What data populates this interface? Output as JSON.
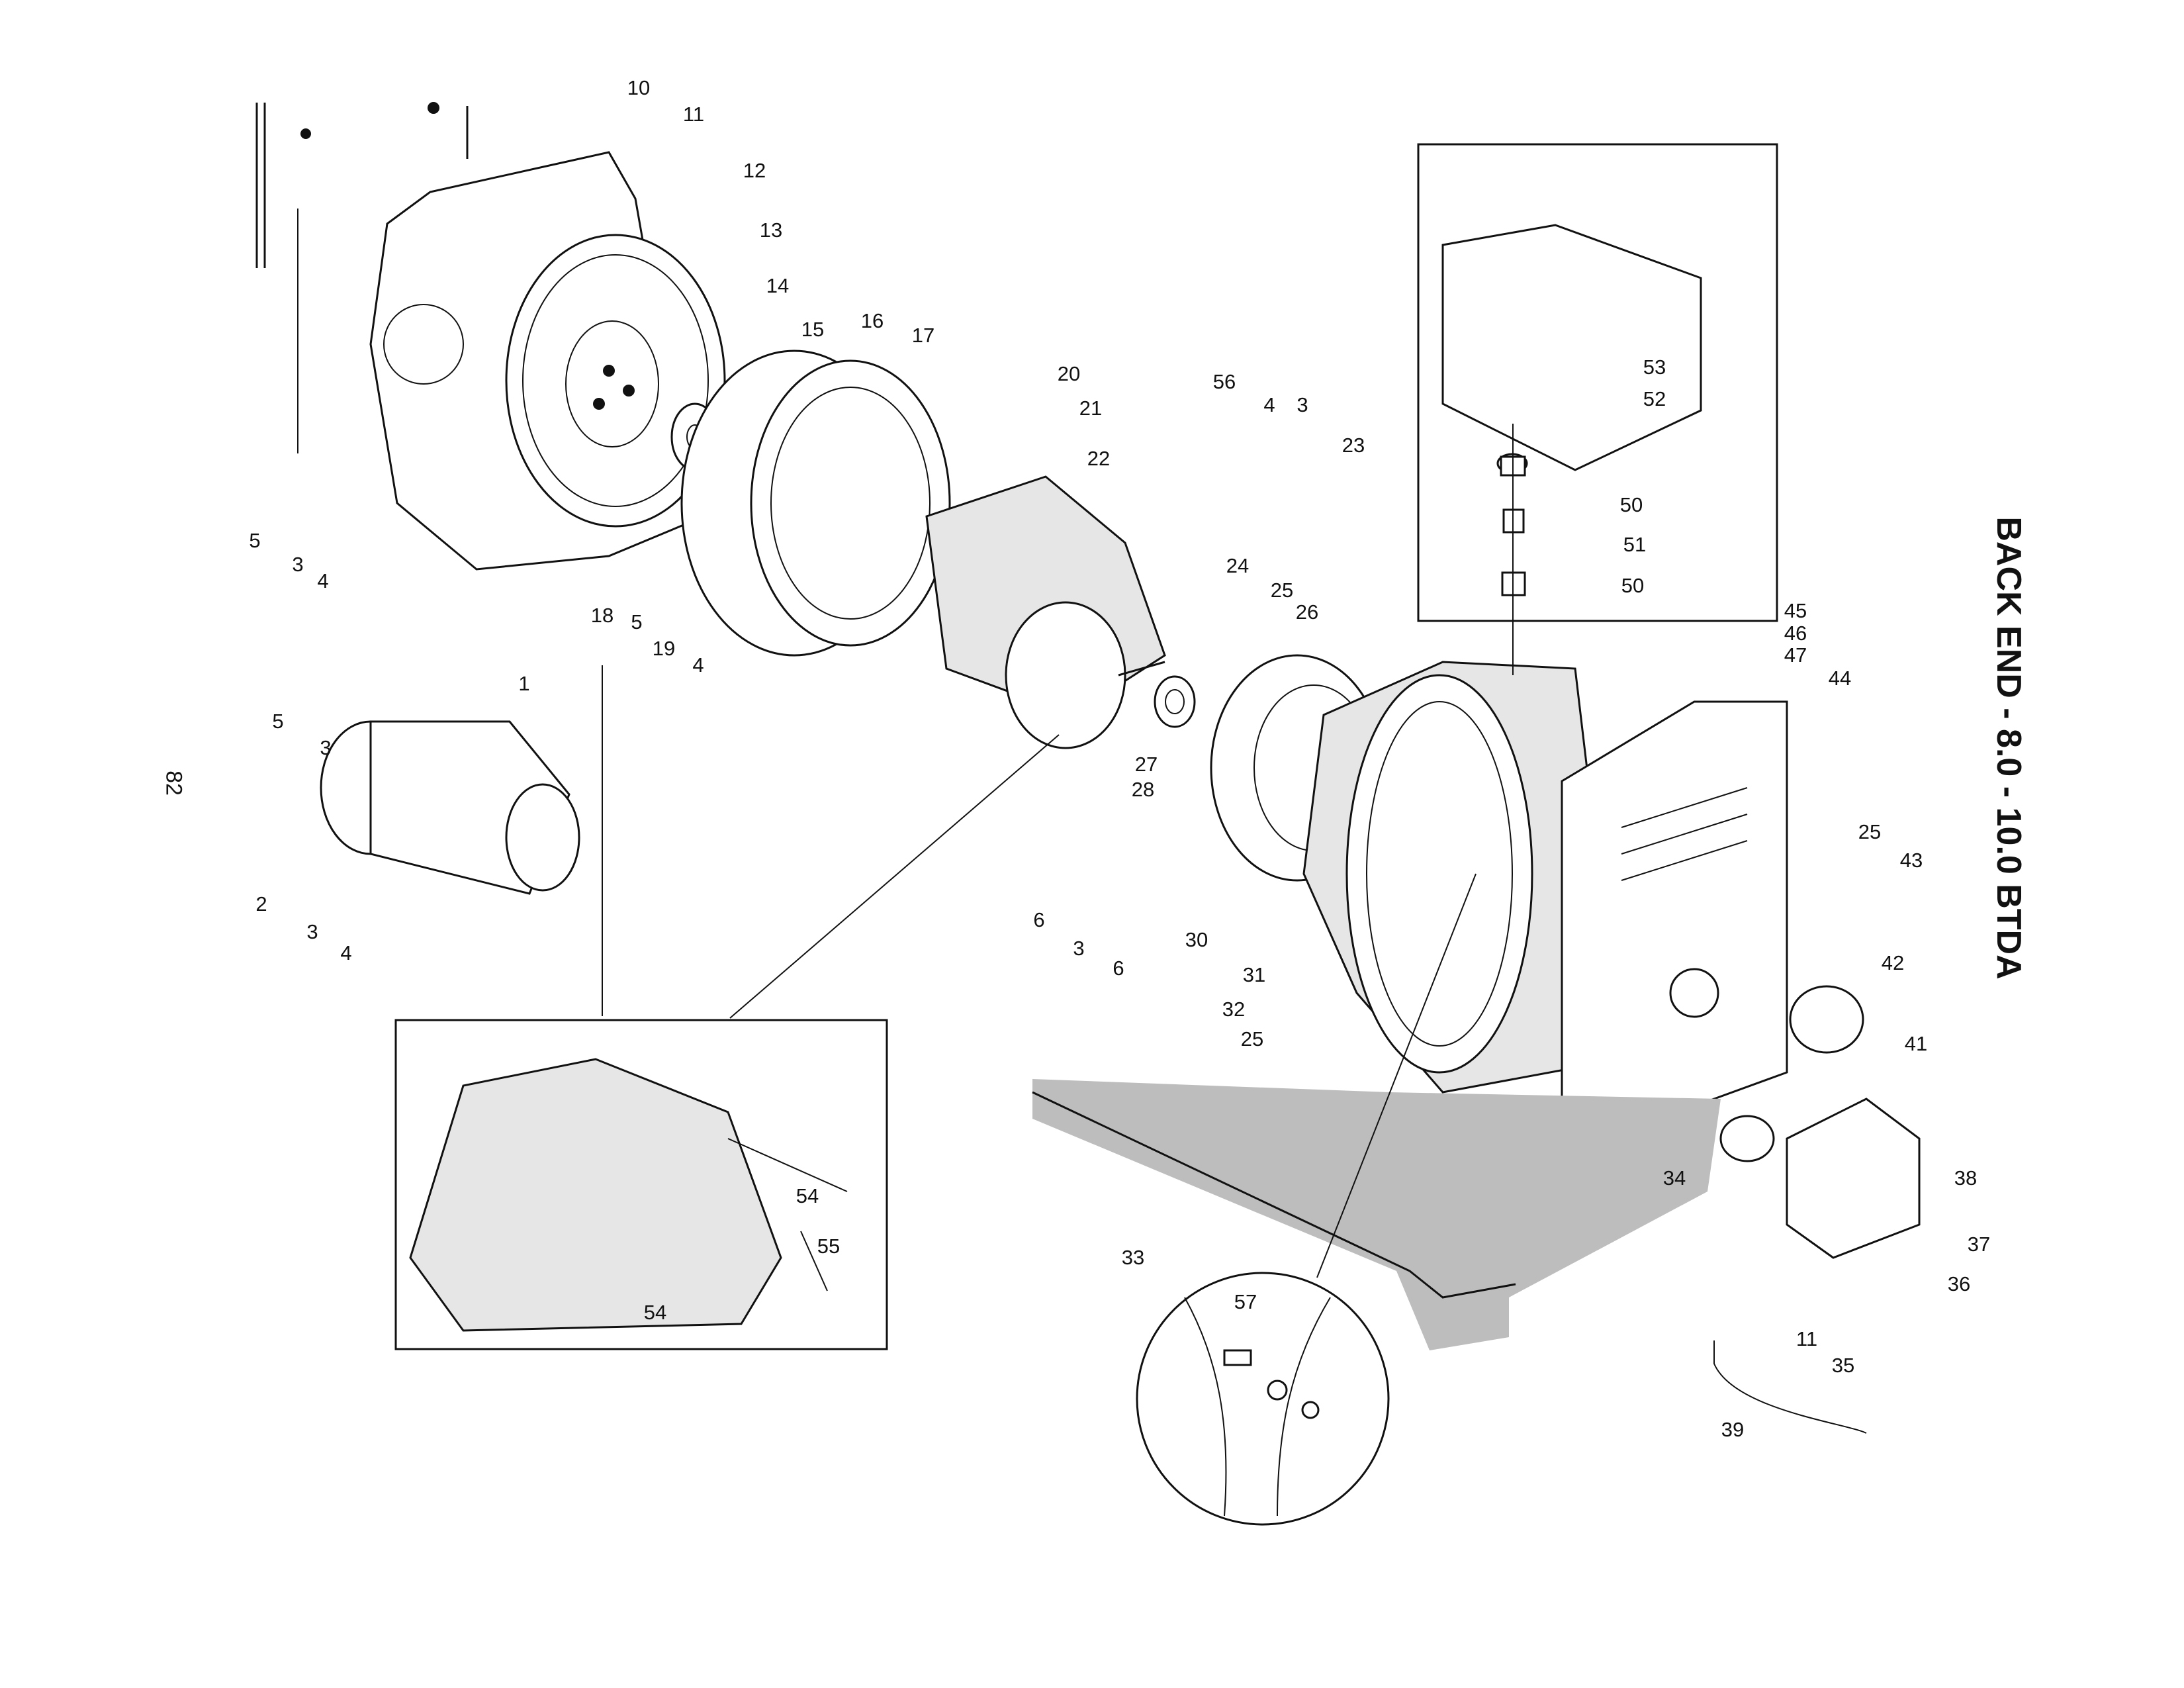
{
  "title": "BACK END - 8.0 - 10.0 BTDA",
  "page_number": "82",
  "insets": {
    "wiring_detail": [
      "54",
      "55",
      "54"
    ],
    "control_box_mount": [
      "53",
      "52",
      "50",
      "51",
      "50"
    ],
    "ground_stud_detail": [
      "57"
    ]
  },
  "callouts": [
    "10",
    "11",
    "12",
    "13",
    "14",
    "15",
    "16",
    "17",
    "20",
    "21",
    "22",
    "56",
    "4",
    "3",
    "23",
    "5",
    "3",
    "4",
    "18",
    "5",
    "19",
    "4",
    "24",
    "25",
    "26",
    "1",
    "5",
    "3",
    "27",
    "28",
    "2",
    "3",
    "4",
    "6",
    "3",
    "6",
    "30",
    "31",
    "32",
    "25",
    "45",
    "46",
    "47",
    "44",
    "25",
    "43",
    "42",
    "41",
    "34",
    "38",
    "37",
    "36",
    "11",
    "35",
    "39",
    "33",
    "53",
    "52",
    "50",
    "51",
    "50",
    "54",
    "55",
    "54",
    "57"
  ],
  "colors": {
    "ink": "#111111",
    "paper": "#ffffff",
    "shading": "#bdbdbd"
  }
}
